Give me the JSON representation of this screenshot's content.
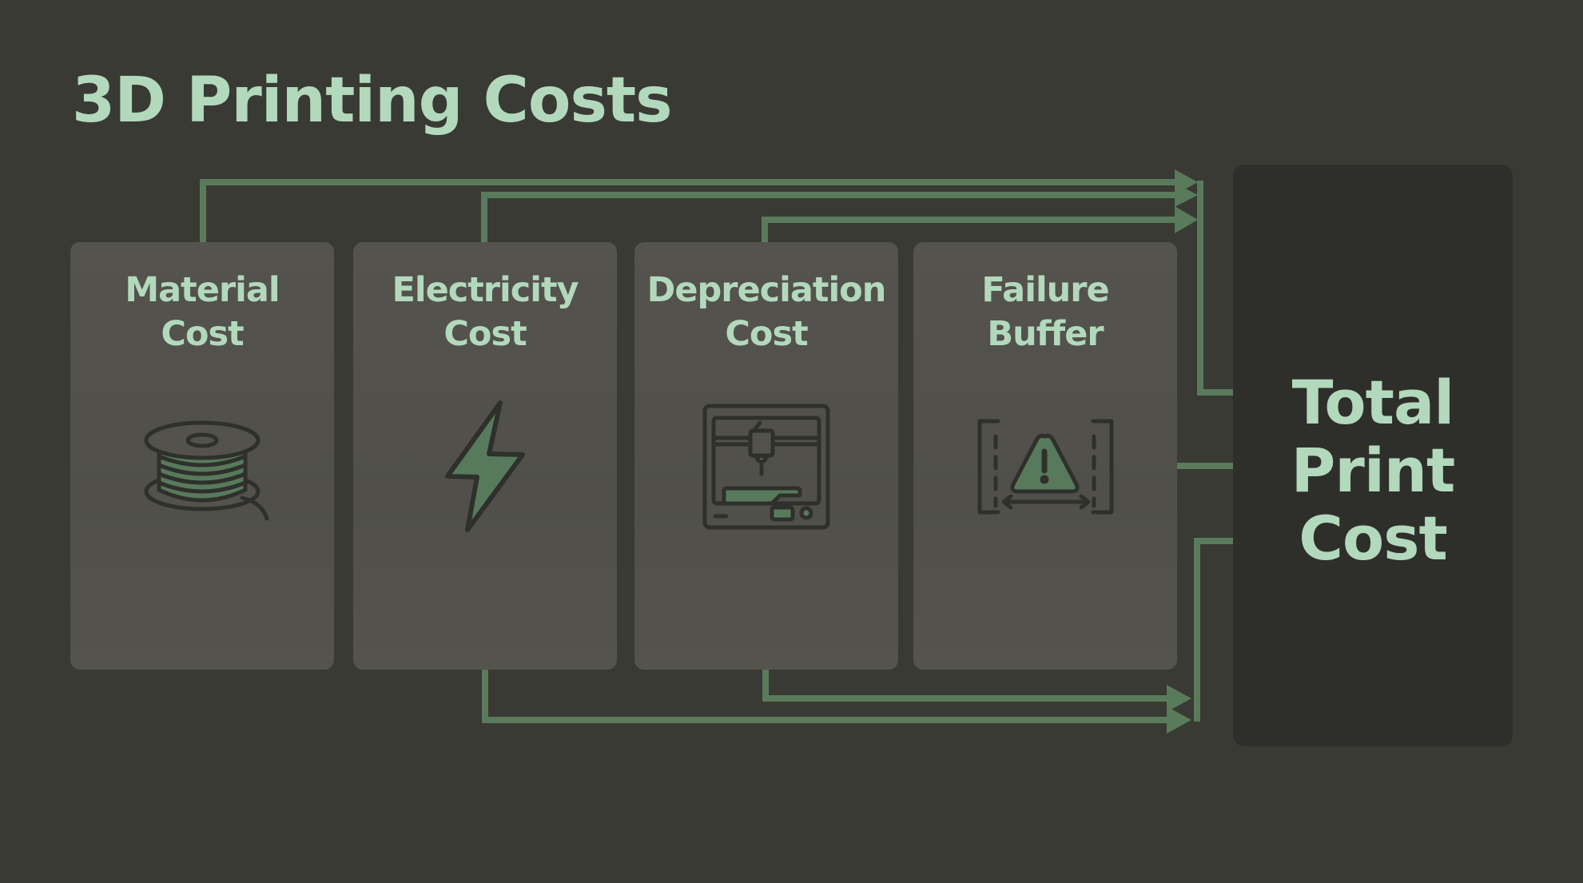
{
  "title": "3D Printing Costs",
  "colors": {
    "background": "#393a33",
    "card": "#53524c",
    "total_box": "#2e2f2a",
    "text_accent": "#b3d9bd",
    "connector": "#5a7a5c",
    "icon_stroke": "#2f302b",
    "icon_fill": "#587a5c"
  },
  "cards": [
    {
      "line1": "Material",
      "line2": "Cost",
      "icon": "filament-spool-icon"
    },
    {
      "line1": "Electricity",
      "line2": "Cost",
      "icon": "lightning-bolt-icon"
    },
    {
      "line1": "Depreciation",
      "line2": "Cost",
      "icon": "3d-printer-icon"
    },
    {
      "line1": "Failure",
      "line2": "Buffer",
      "icon": "warning-buffer-icon"
    }
  ],
  "total": {
    "line1": "Total",
    "line2": "Print",
    "line3": "Cost"
  }
}
